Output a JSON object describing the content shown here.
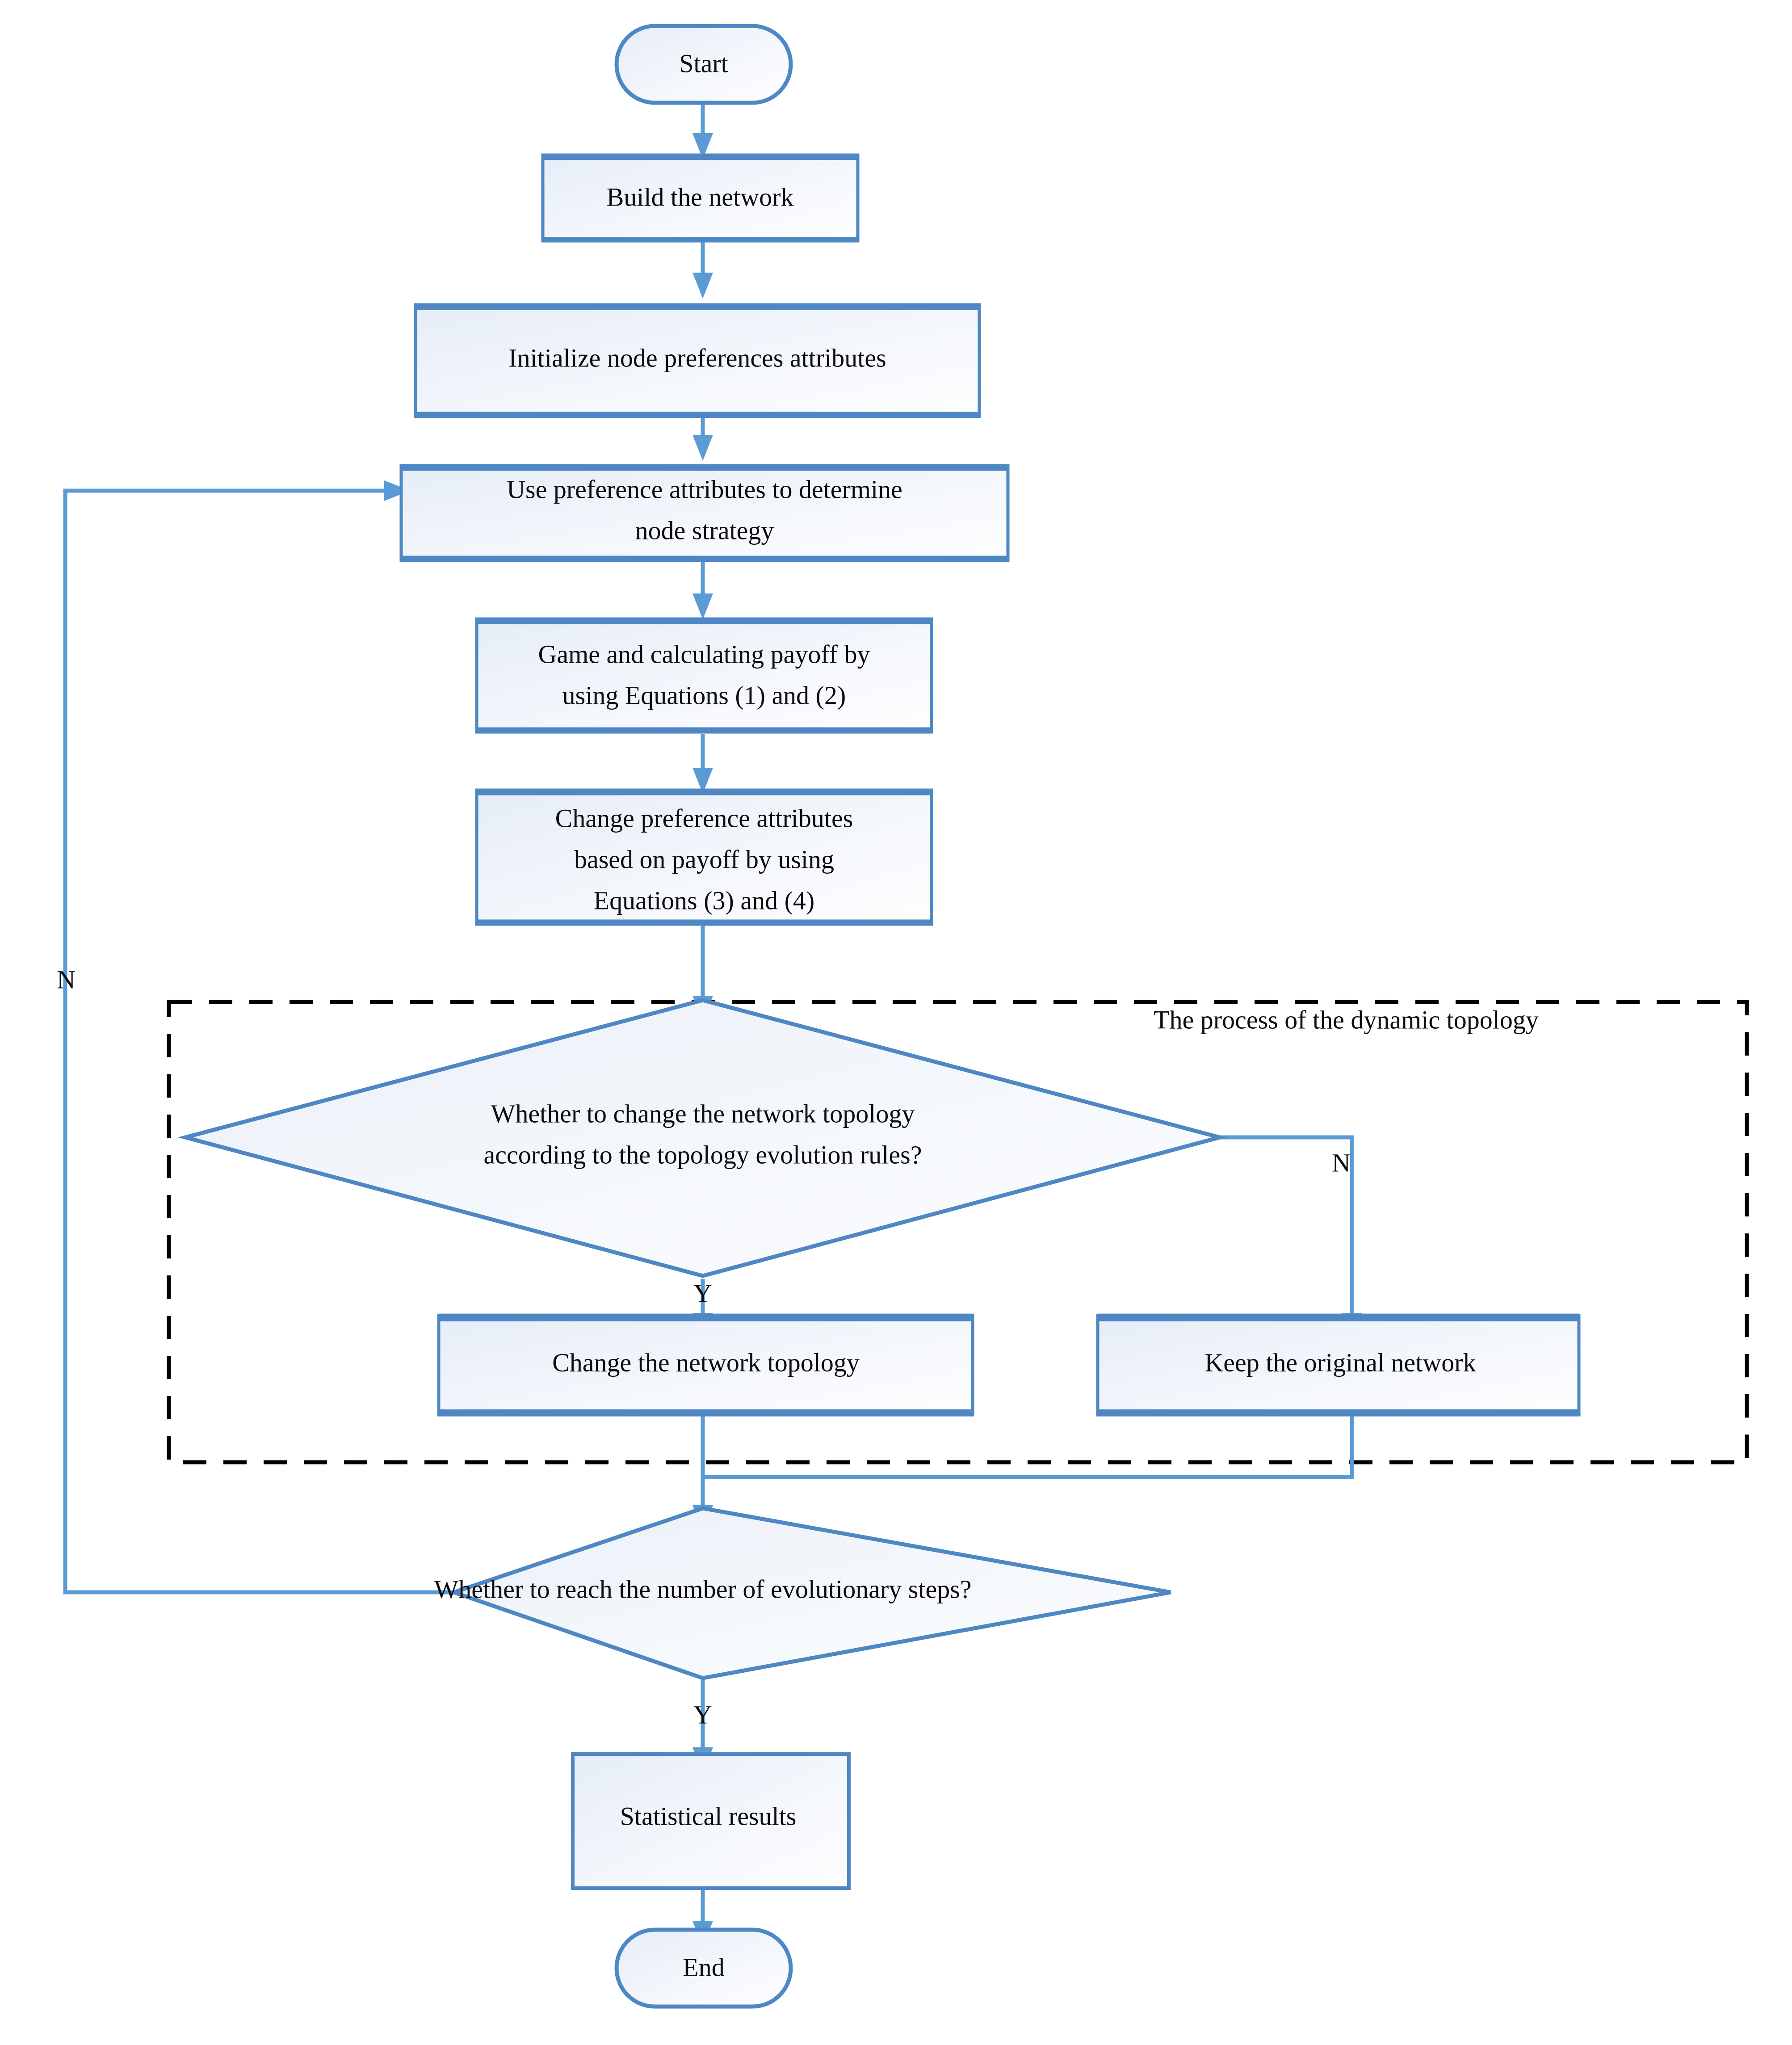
{
  "diagram": {
    "type": "flowchart",
    "title_caption": "The process of the dynamic topology",
    "colors": {
      "shape_stroke": "#4F87C4",
      "shape_fill_start": "#E8EEF7",
      "shape_fill_end": "#FEFEFF",
      "connector": "#4F8FCB",
      "group_border": "#000000",
      "text": "#0D0D0D",
      "background": "#FFFFFF"
    },
    "nodes": [
      {
        "id": "start",
        "shape": "terminator",
        "lines": [
          "Start"
        ]
      },
      {
        "id": "build",
        "shape": "process",
        "lines": [
          "Build the network"
        ]
      },
      {
        "id": "init",
        "shape": "process",
        "lines": [
          "Initialize node preferences attributes"
        ]
      },
      {
        "id": "usepref",
        "shape": "process",
        "lines": [
          "Use preference attributes to determine",
          "node strategy"
        ]
      },
      {
        "id": "game",
        "shape": "process",
        "lines": [
          "Game and calculating payoff by",
          "using Equations (1) and (2)"
        ]
      },
      {
        "id": "changepref",
        "shape": "process",
        "lines": [
          "Change preference attributes",
          "based on payoff by using",
          "Equations (3) and (4)"
        ]
      },
      {
        "id": "decide_topo",
        "shape": "decision",
        "lines": [
          "Whether to change the network topology",
          "according to the topology evolution rules?"
        ]
      },
      {
        "id": "changetopo",
        "shape": "process",
        "lines": [
          "Change the network topology"
        ]
      },
      {
        "id": "keeporig",
        "shape": "process",
        "lines": [
          "Keep the original network"
        ]
      },
      {
        "id": "decide_steps",
        "shape": "decision",
        "lines": [
          "Whether to reach the number of evolutionary steps?"
        ]
      },
      {
        "id": "stats",
        "shape": "process",
        "lines": [
          "Statistical results"
        ]
      },
      {
        "id": "end",
        "shape": "terminator",
        "lines": [
          "End"
        ]
      }
    ],
    "branch_labels": {
      "topo_no": "N",
      "topo_yes": "Y",
      "steps_no": "N",
      "steps_yes": "Y"
    },
    "group_box": {
      "caption": "The process of the dynamic topology",
      "style": "dashed"
    }
  }
}
